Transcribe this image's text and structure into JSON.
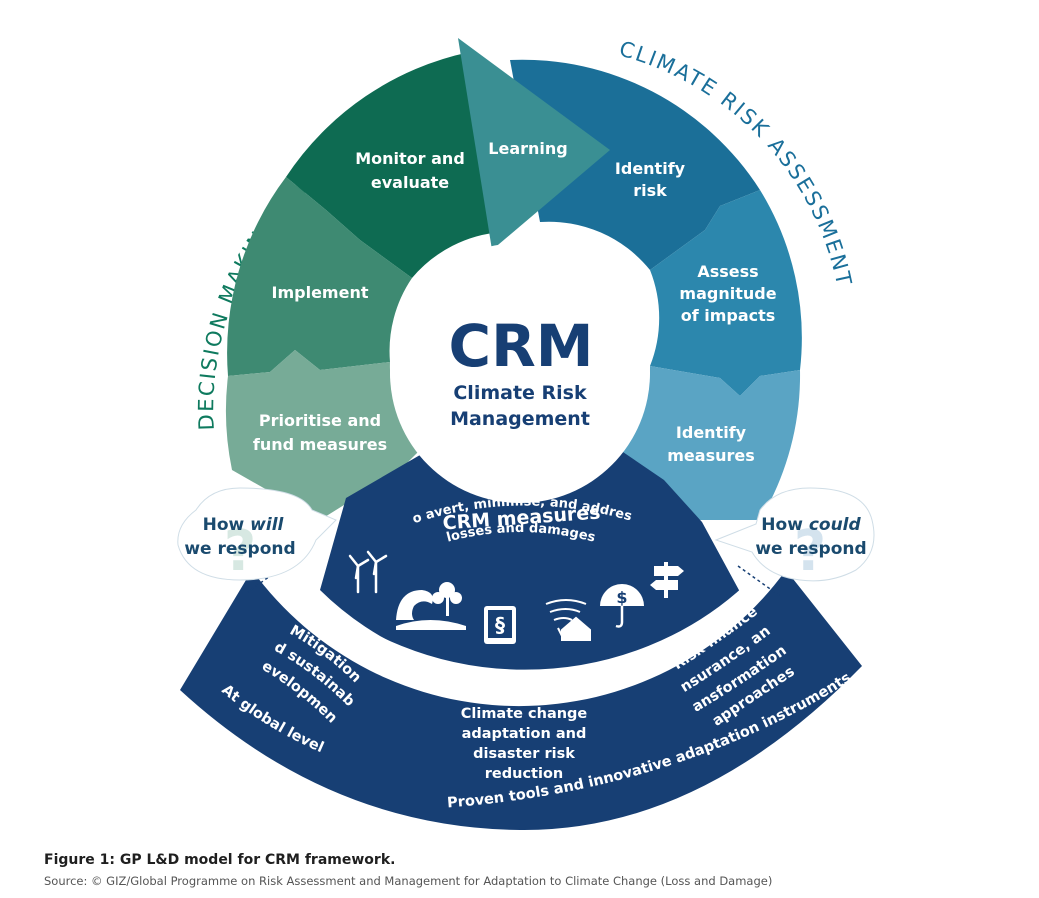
{
  "arcs": {
    "left_title": "DECISION MAKING & IMPLEMENTATION",
    "right_title": "CLIMATE RISK ASSESSMENT"
  },
  "center": {
    "acronym": "CRM",
    "line1": "Climate Risk",
    "line2": "Management"
  },
  "segments": {
    "learning": "Learning",
    "monitor_1": "Monitor and",
    "monitor_2": "evaluate",
    "implement": "Implement",
    "prioritise_1": "Prioritise and",
    "prioritise_2": "fund measures",
    "identify_risk_1": "Identify",
    "identify_risk_2": "risk",
    "assess_1": "Assess",
    "assess_2": "magnitude",
    "assess_3": "of impacts",
    "identify_measures_1": "Identify",
    "identify_measures_2": "measures"
  },
  "measures": {
    "title": "CRM measures",
    "line1": "to avert, minimise, and address",
    "line2": "losses and damages"
  },
  "bubbles": {
    "left_1_a": "How ",
    "left_1_b": "will",
    "left_2": "we respond",
    "right_1_a": "How ",
    "right_1_b": "could",
    "right_2": "we respond"
  },
  "band": {
    "mitigation_1": "Mitigation",
    "mitigation_2": "and sustainable",
    "mitigation_3": "development",
    "global": "At global level",
    "cca_1": "Climate change",
    "cca_2": "adaptation and",
    "cca_3": "disaster risk",
    "cca_4": "reduction",
    "finance_1": "Risk finance,",
    "finance_2": "insurance, and",
    "finance_3": "transformational",
    "finance_4": "approaches",
    "tools": "Proven tools and innovative adaptation instruments"
  },
  "icons": [
    "wind-turbine-icon",
    "flood-wave-icon",
    "law-book-icon",
    "tornado-house-icon",
    "umbrella-dollar-icon",
    "signpost-icon"
  ],
  "caption": {
    "title": "Figure 1: GP L&D model for CRM framework.",
    "source": "Source: © GIZ/Global Programme on Risk Assessment and Management for Adaptation to Climate Change (Loss and Damage)"
  },
  "colors": {
    "dark_green": "#0e6b52",
    "mid_green": "#3e8a72",
    "light_green": "#77ab97",
    "dark_blue": "#1b6f98",
    "mid_blue": "#2c87ad",
    "light_blue": "#5aa4c4",
    "navy": "#173f74",
    "teal": "#3a8f93"
  }
}
